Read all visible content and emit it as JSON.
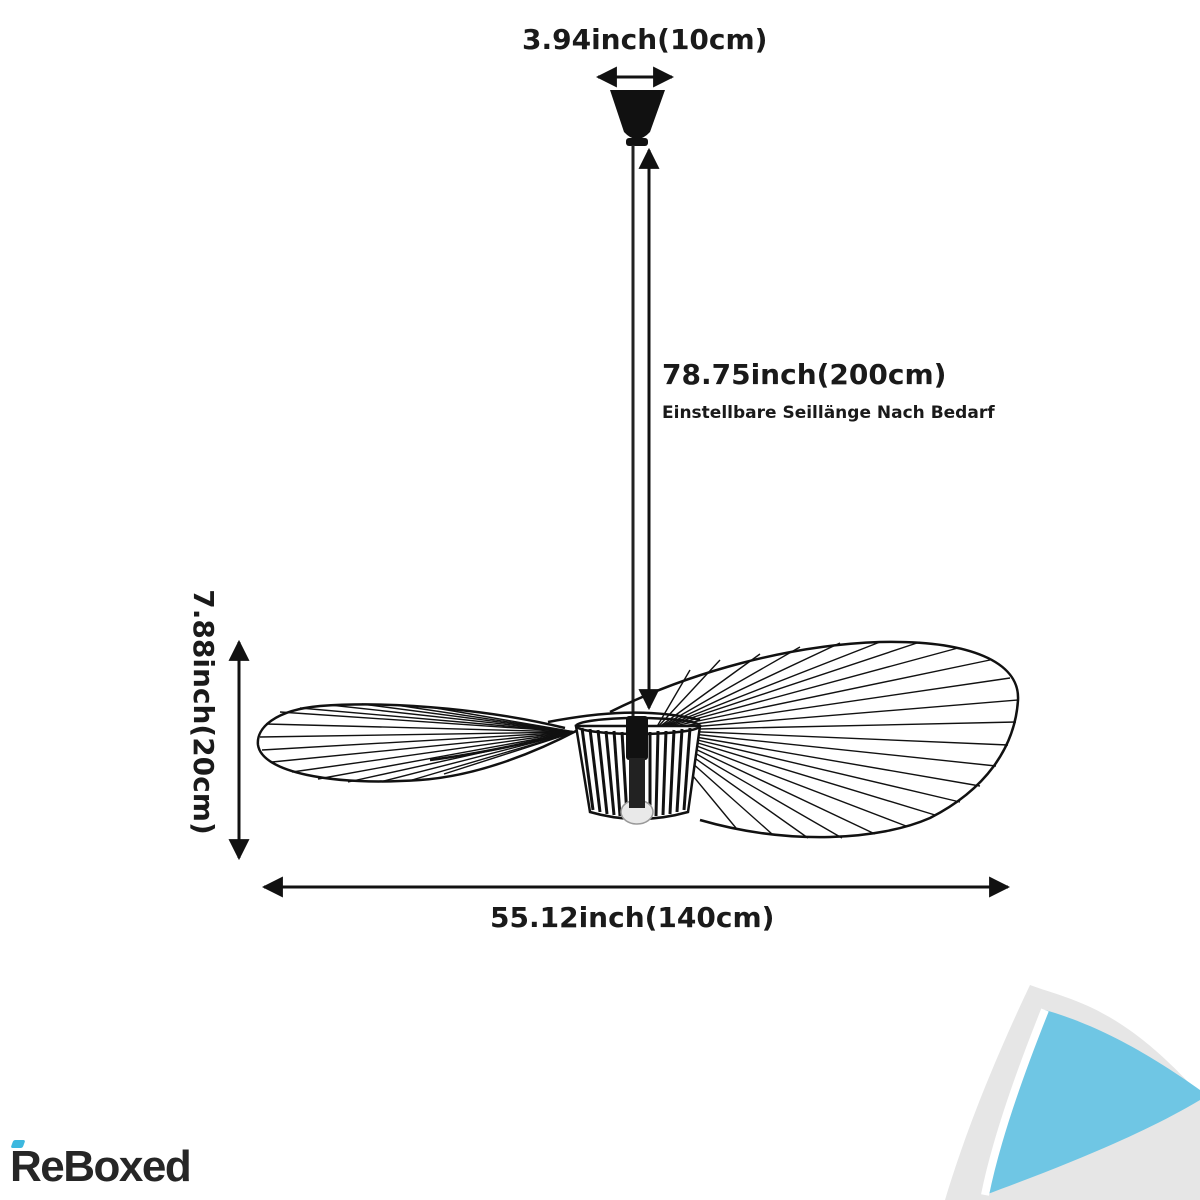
{
  "dimensions": {
    "canopy_width": "3.94inch(10cm)",
    "cord_length": "78.75inch(200cm)",
    "cord_note": "Einstellbare Seillänge Nach Bedarf",
    "height": "7.88inch(20cm)",
    "width": "55.12inch(140cm)"
  },
  "brand": {
    "name": "ReBoxed",
    "accent_color": "#3db8df"
  },
  "colors": {
    "line": "#111111",
    "corner_fold_blue": "#6fc6e4",
    "corner_fold_grey": "#e6e6e6"
  }
}
